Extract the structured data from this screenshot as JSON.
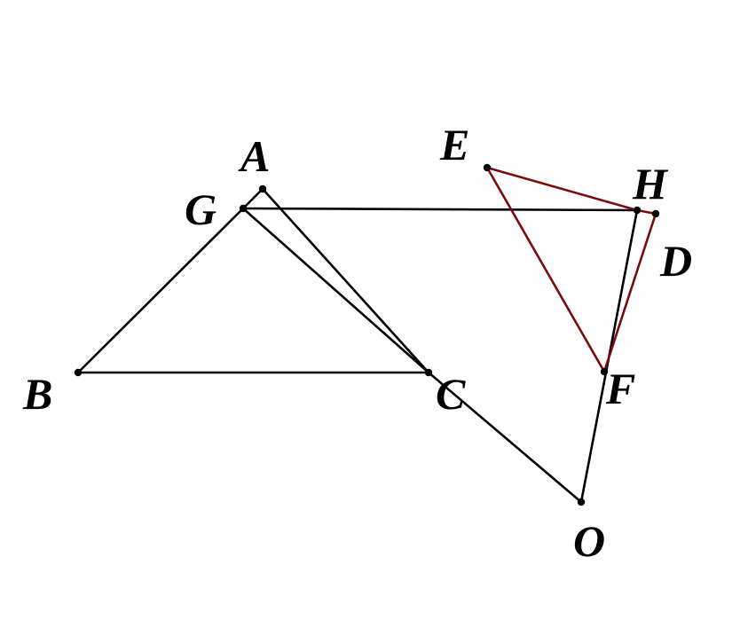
{
  "diagram": {
    "colors": {
      "black": "#000000",
      "red": "#7a0b0b",
      "background": "#ffffff"
    },
    "points": {
      "A": {
        "label": "A"
      },
      "B": {
        "label": "B"
      },
      "C": {
        "label": "C"
      },
      "D": {
        "label": "D"
      },
      "E": {
        "label": "E"
      },
      "F": {
        "label": "F"
      },
      "G": {
        "label": "G"
      },
      "H": {
        "label": "H"
      },
      "O": {
        "label": "O"
      }
    },
    "segments": [
      {
        "from": "A",
        "to": "C",
        "color": "black"
      },
      {
        "from": "G",
        "to": "B",
        "color": "black"
      },
      {
        "from": "B",
        "to": "C",
        "color": "black"
      },
      {
        "from": "G",
        "to": "C",
        "color": "black"
      },
      {
        "from": "G",
        "to": "A",
        "color": "black"
      },
      {
        "from": "G",
        "to": "H",
        "color": "black"
      },
      {
        "from": "C",
        "to": "O",
        "color": "black"
      },
      {
        "from": "O",
        "to": "H",
        "color": "black"
      },
      {
        "from": "E",
        "to": "H",
        "color": "red"
      },
      {
        "from": "E",
        "to": "F",
        "color": "red"
      },
      {
        "from": "F",
        "to": "D",
        "color": "red"
      },
      {
        "from": "H",
        "to": "D",
        "color": "red"
      }
    ]
  }
}
